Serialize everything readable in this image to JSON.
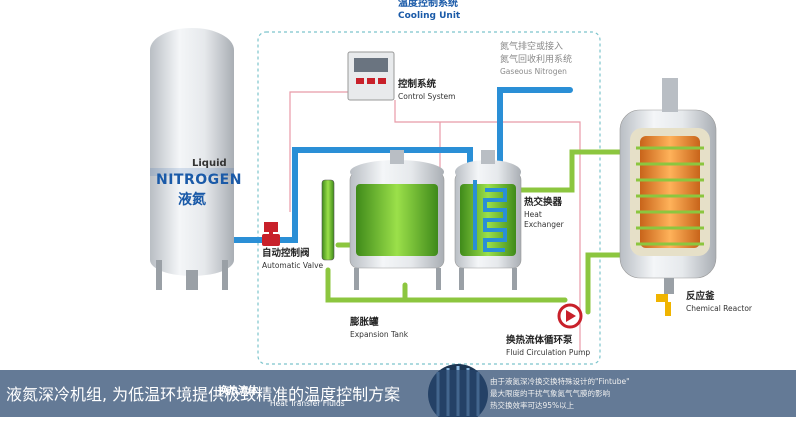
{
  "header": {
    "title_cn": "温度控制系统",
    "title_en": "Cooling Unit"
  },
  "nitrogen_tank": {
    "liquid": "Liquid",
    "nitrogen": "NITROGEN",
    "cn": "液氮"
  },
  "gas_out": {
    "cn_line1": "氮气排空或接入",
    "cn_line2": "氮气回收利用系统",
    "en": "Gaseous Nitrogen"
  },
  "control_system": {
    "cn": "控制系统",
    "en": "Control System"
  },
  "auto_valve": {
    "cn": "自动控制阀",
    "en": "Automatic Valve"
  },
  "heat_exchanger": {
    "cn": "热交换器",
    "en_line1": "Heat",
    "en_line2": "Exchanger"
  },
  "expansion_tank": {
    "cn": "膨胀罐",
    "en": "Expansion Tank"
  },
  "pump": {
    "cn": "换热流体循环泵",
    "en": "Fluid Circulation Pump"
  },
  "reactor": {
    "cn": "反应釜",
    "en": "Chemical Reactor"
  },
  "fluid": {
    "cn": "换热流体",
    "en": "Heat Transfer Fluids"
  },
  "fintube": {
    "line1": "由于液氮深冷换交换特殊设计的\"Fintube\"",
    "line2": "最大限度的干扰气象氮气气膜的影响",
    "line3": "热交换效率可达95%以上"
  },
  "caption": "液氮深冷机组, 为低温环境提供极致精准的温度控制方案",
  "colors": {
    "pipe_blue": "#2a8fd6",
    "pipe_green": "#8cc63f",
    "pink_line": "#e89aa8",
    "dashed_box": "#7cc4cc",
    "valve_red": "#c8202a",
    "brand_blue": "#1a5aa8"
  }
}
